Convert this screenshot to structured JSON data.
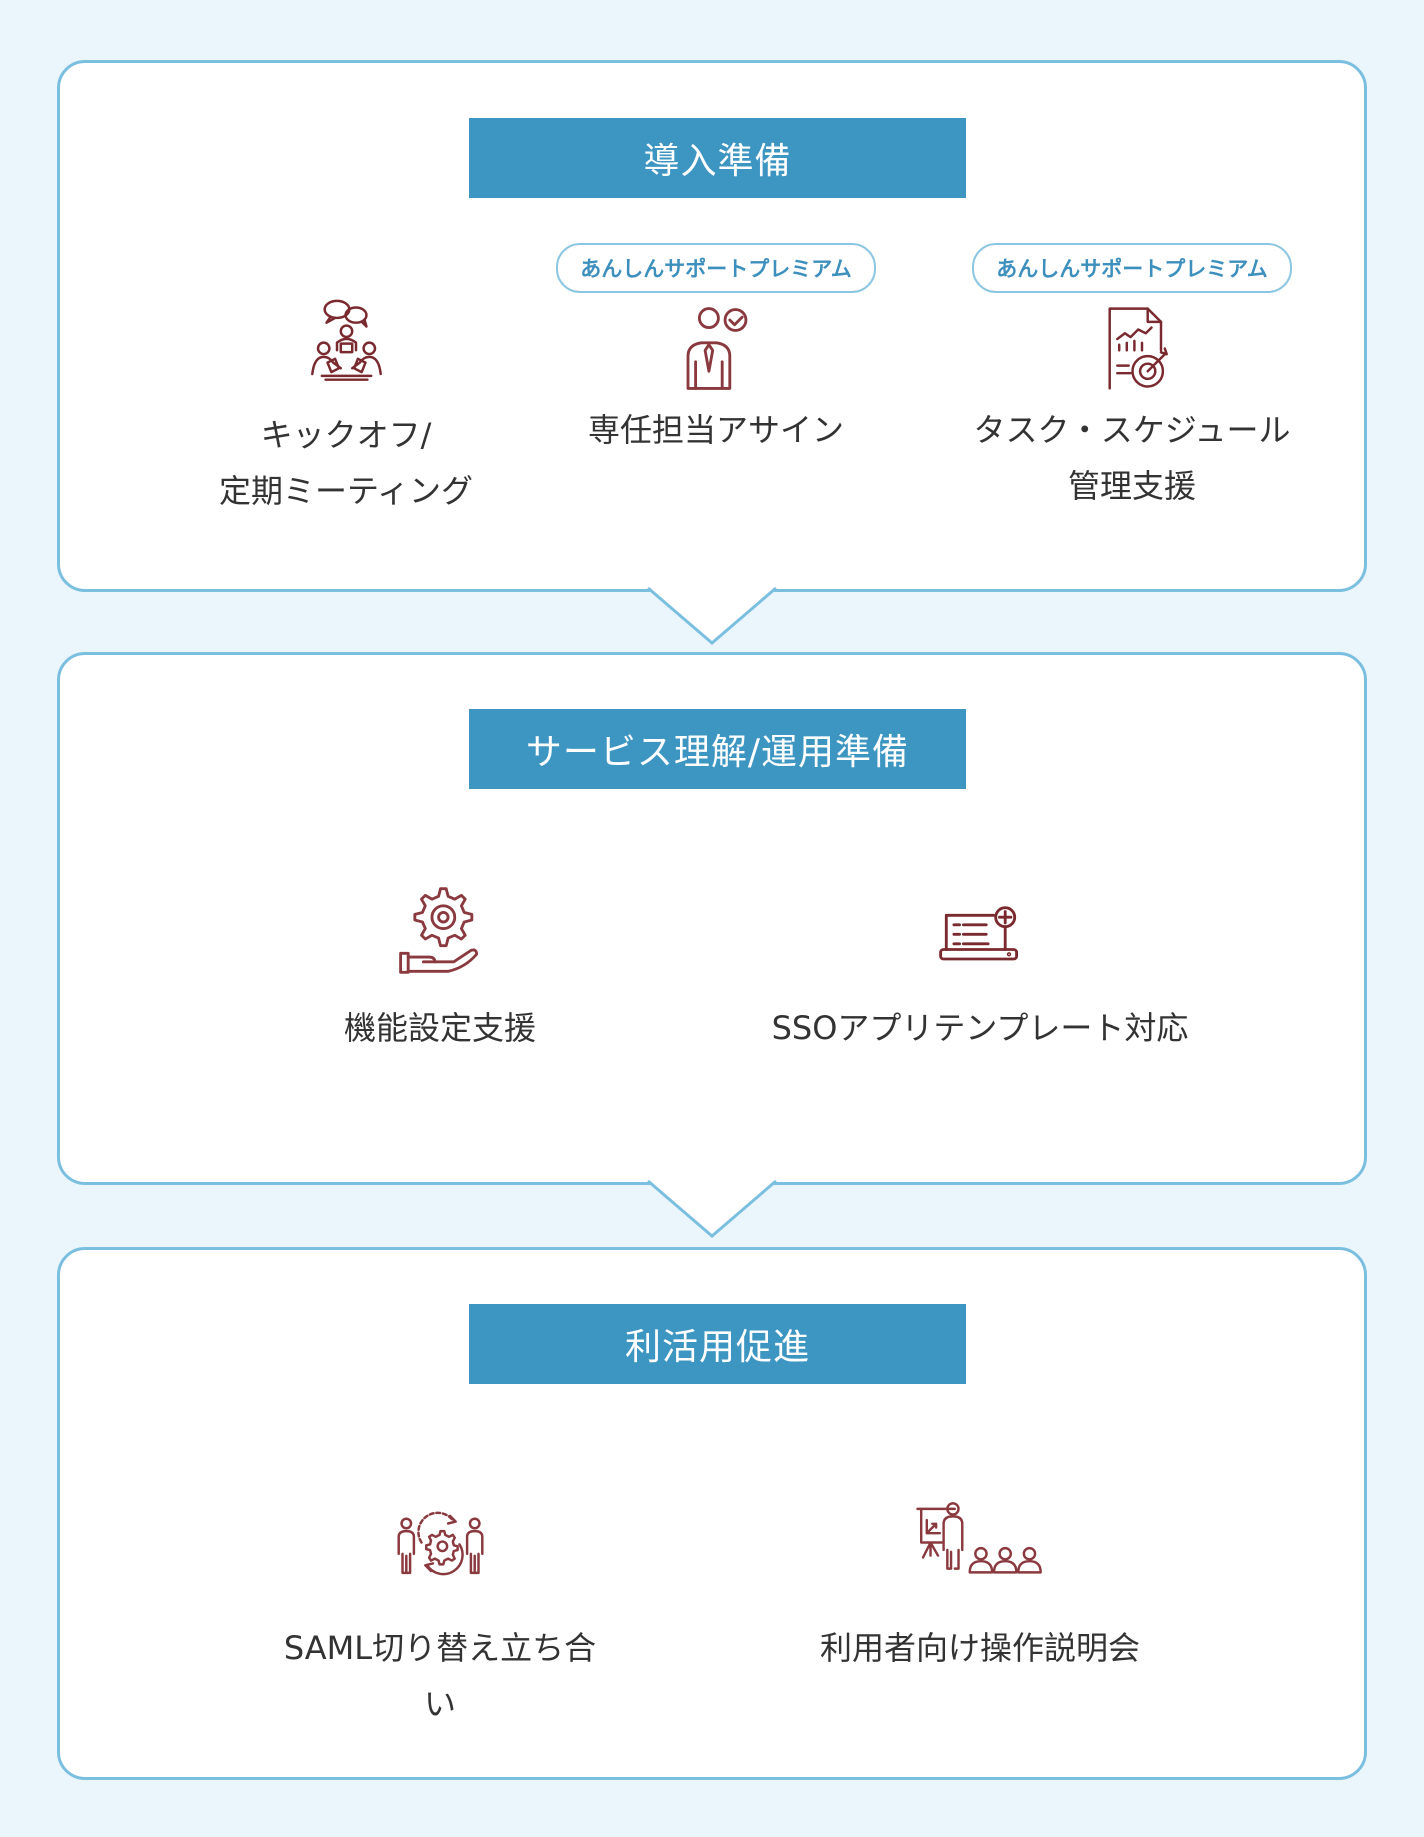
{
  "colors": {
    "background": "#eaf5fc",
    "box_border": "#7bbfe0",
    "header_bg": "#3d95c2",
    "icon": "#7a2a2f",
    "pill_text": "#3d8fbd"
  },
  "stages": [
    {
      "title": "導入準備",
      "items": [
        {
          "icon": "meeting-icon",
          "badge": null,
          "label": "キックオフ/\n定期ミーティング"
        },
        {
          "icon": "assigned-person-icon",
          "badge": "あんしんサポートプレミアム",
          "label": "専任担当アサイン"
        },
        {
          "icon": "report-target-icon",
          "badge": "あんしんサポートプレミアム",
          "label": "タスク・スケジュール\n管理支援"
        }
      ]
    },
    {
      "title": "サービス理解/運用準備",
      "items": [
        {
          "icon": "gear-hand-icon",
          "badge": null,
          "label": "機能設定支援"
        },
        {
          "icon": "laptop-add-icon",
          "badge": null,
          "label": "SSOアプリテンプレート対応"
        }
      ]
    },
    {
      "title": "利活用促進",
      "items": [
        {
          "icon": "people-gear-cycle-icon",
          "badge": null,
          "label": "SAML切り替え立ち合い"
        },
        {
          "icon": "presentation-audience-icon",
          "badge": null,
          "label": "利用者向け操作説明会"
        }
      ]
    }
  ]
}
